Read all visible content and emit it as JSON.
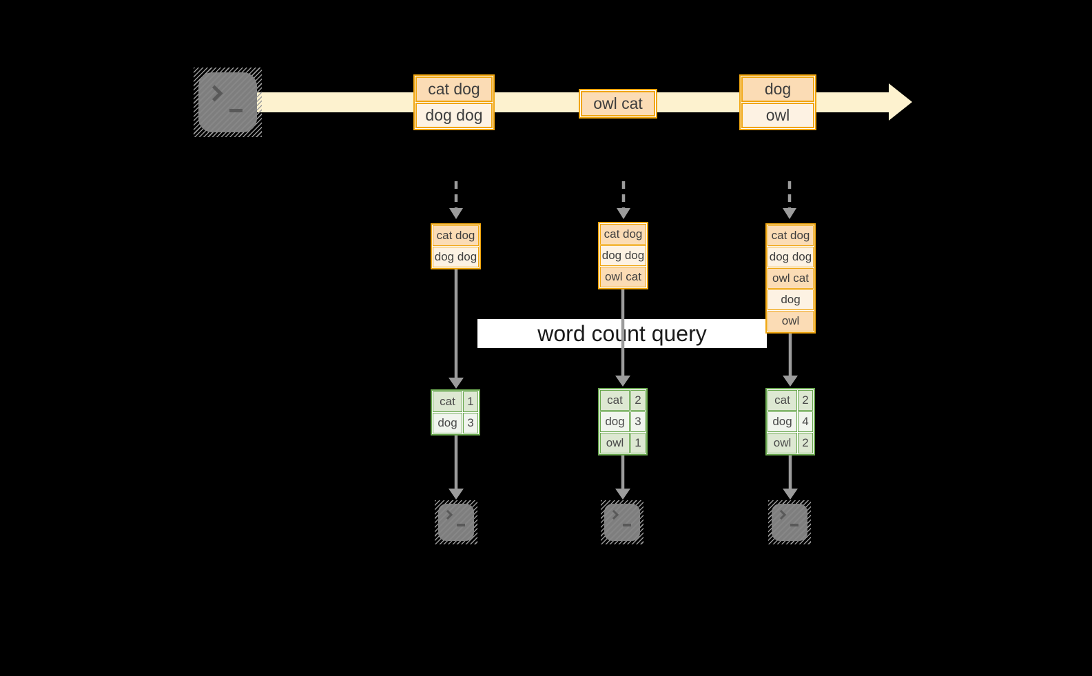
{
  "colors": {
    "background": "#000000",
    "stream_band": "#fdf2cf",
    "event_border": "#f0a50e",
    "event_fill_dark": "#fbdcb5",
    "event_fill_light": "#fdf2e3",
    "table_border": "#6aa84f",
    "table_fill_dark": "#dde8d2",
    "table_fill_light": "#f1f5ee",
    "arrow_gray": "#9c9c9c",
    "terminal_gray": "#7e7e7e",
    "query_box_bg": "#ffffff",
    "text_dark": "#3e3e3e"
  },
  "icons": {
    "source": "terminal-icon",
    "sink": "terminal-icon"
  },
  "stream": {
    "events": [
      {
        "lines": [
          "cat dog",
          "dog dog"
        ]
      },
      {
        "lines": [
          "owl cat"
        ]
      },
      {
        "lines": [
          "dog",
          "owl"
        ]
      }
    ]
  },
  "query": {
    "label": "word count query"
  },
  "batches": [
    {
      "inputs": [
        "cat dog",
        "dog dog"
      ],
      "counts": [
        {
          "word": "cat",
          "count": 1
        },
        {
          "word": "dog",
          "count": 3
        }
      ]
    },
    {
      "inputs": [
        "cat dog",
        "dog dog",
        "owl cat"
      ],
      "counts": [
        {
          "word": "cat",
          "count": 2
        },
        {
          "word": "dog",
          "count": 3
        },
        {
          "word": "owl",
          "count": 1
        }
      ]
    },
    {
      "inputs": [
        "cat dog",
        "dog dog",
        "owl cat",
        "dog",
        "owl"
      ],
      "counts": [
        {
          "word": "cat",
          "count": 2
        },
        {
          "word": "dog",
          "count": 4
        },
        {
          "word": "owl",
          "count": 2
        }
      ]
    }
  ]
}
